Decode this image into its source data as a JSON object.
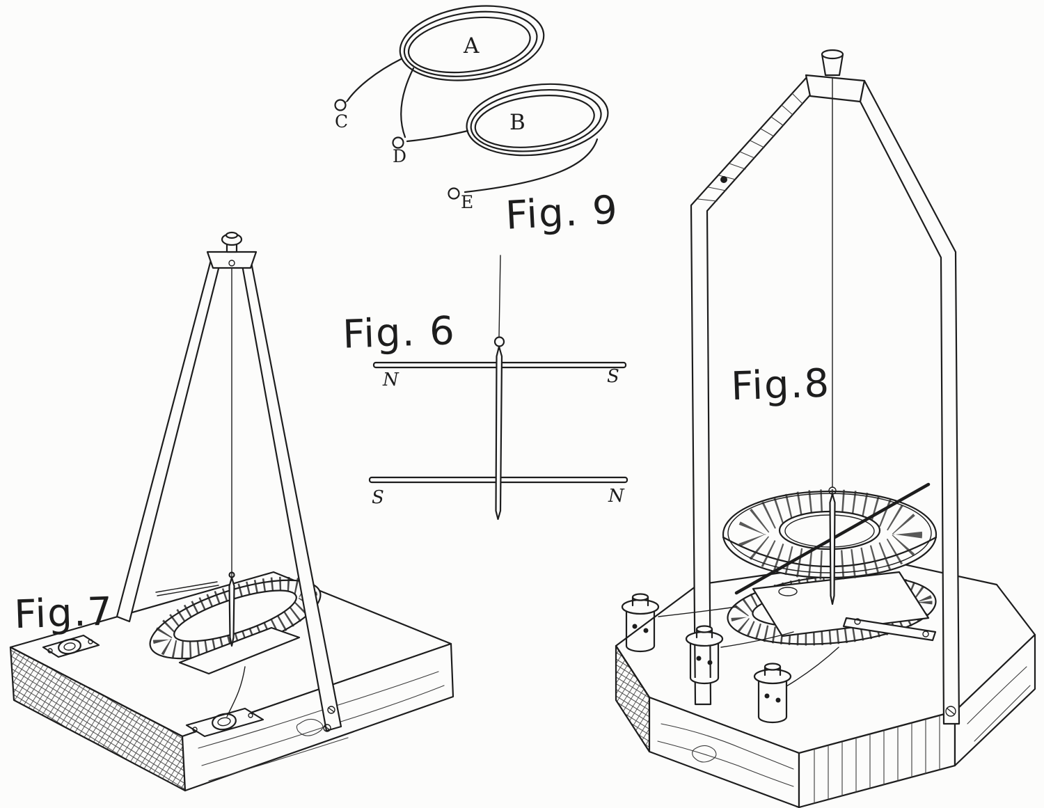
{
  "palette": {
    "paper": "#fcfcfb",
    "ink": "#1d1d1d"
  },
  "figures": {
    "fig6": {
      "label": "Fig. 6",
      "magnets": {
        "top_left": "N",
        "top_right": "S",
        "bottom_left": "S",
        "bottom_right": "N"
      }
    },
    "fig7": {
      "label": "Fig.7"
    },
    "fig8": {
      "label": "Fig.8"
    },
    "fig9": {
      "label": "Fig. 9",
      "coil_a": "A",
      "coil_b": "B",
      "lead_c": "C",
      "lead_d": "D",
      "lead_e": "E"
    }
  }
}
